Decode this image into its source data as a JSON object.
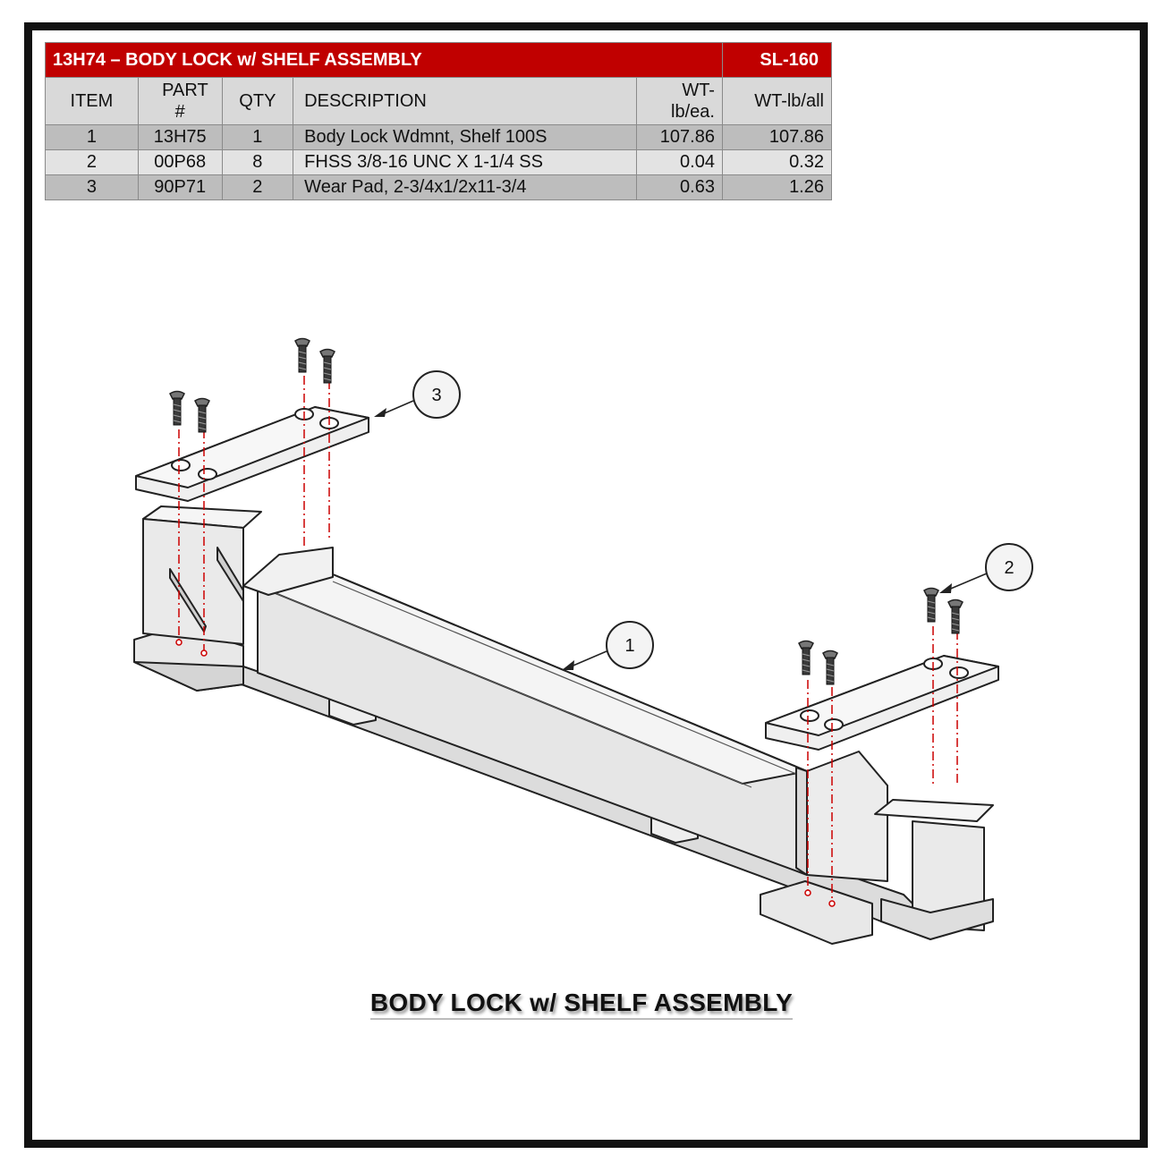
{
  "table": {
    "title": "13H74 – BODY LOCK w/ SHELF ASSEMBLY",
    "code": "SL-160",
    "headers": {
      "item": "ITEM",
      "part": "PART #",
      "qty": "QTY",
      "description": "DESCRIPTION",
      "wt_each": "WT-lb/ea.",
      "wt_all": "WT-lb/all"
    },
    "rows": [
      {
        "item": "1",
        "part": "13H75",
        "qty": "1",
        "description": "Body Lock Wdmnt, Shelf 100S",
        "wt_each": "107.86",
        "wt_all": "107.86"
      },
      {
        "item": "2",
        "part": "00P68",
        "qty": "8",
        "description": "FHSS 3/8-16 UNC X 1-1/4 SS",
        "wt_each": "0.04",
        "wt_all": "0.32"
      },
      {
        "item": "3",
        "part": "90P71",
        "qty": "2",
        "description": "Wear Pad, 2-3/4x1/2x11-3/4",
        "wt_each": "0.63",
        "wt_all": "1.26"
      }
    ]
  },
  "callouts": {
    "c1": "1",
    "c2": "2",
    "c3": "3"
  },
  "caption": "BODY LOCK w/ SHELF ASSEMBLY",
  "colors": {
    "title_bar": "#c00000",
    "header_bg": "#d9d9d9",
    "row_dark": "#bdbdbd",
    "row_light": "#e3e3e3",
    "part_fill": "#eeeeee",
    "centerline": "#cc0000"
  }
}
